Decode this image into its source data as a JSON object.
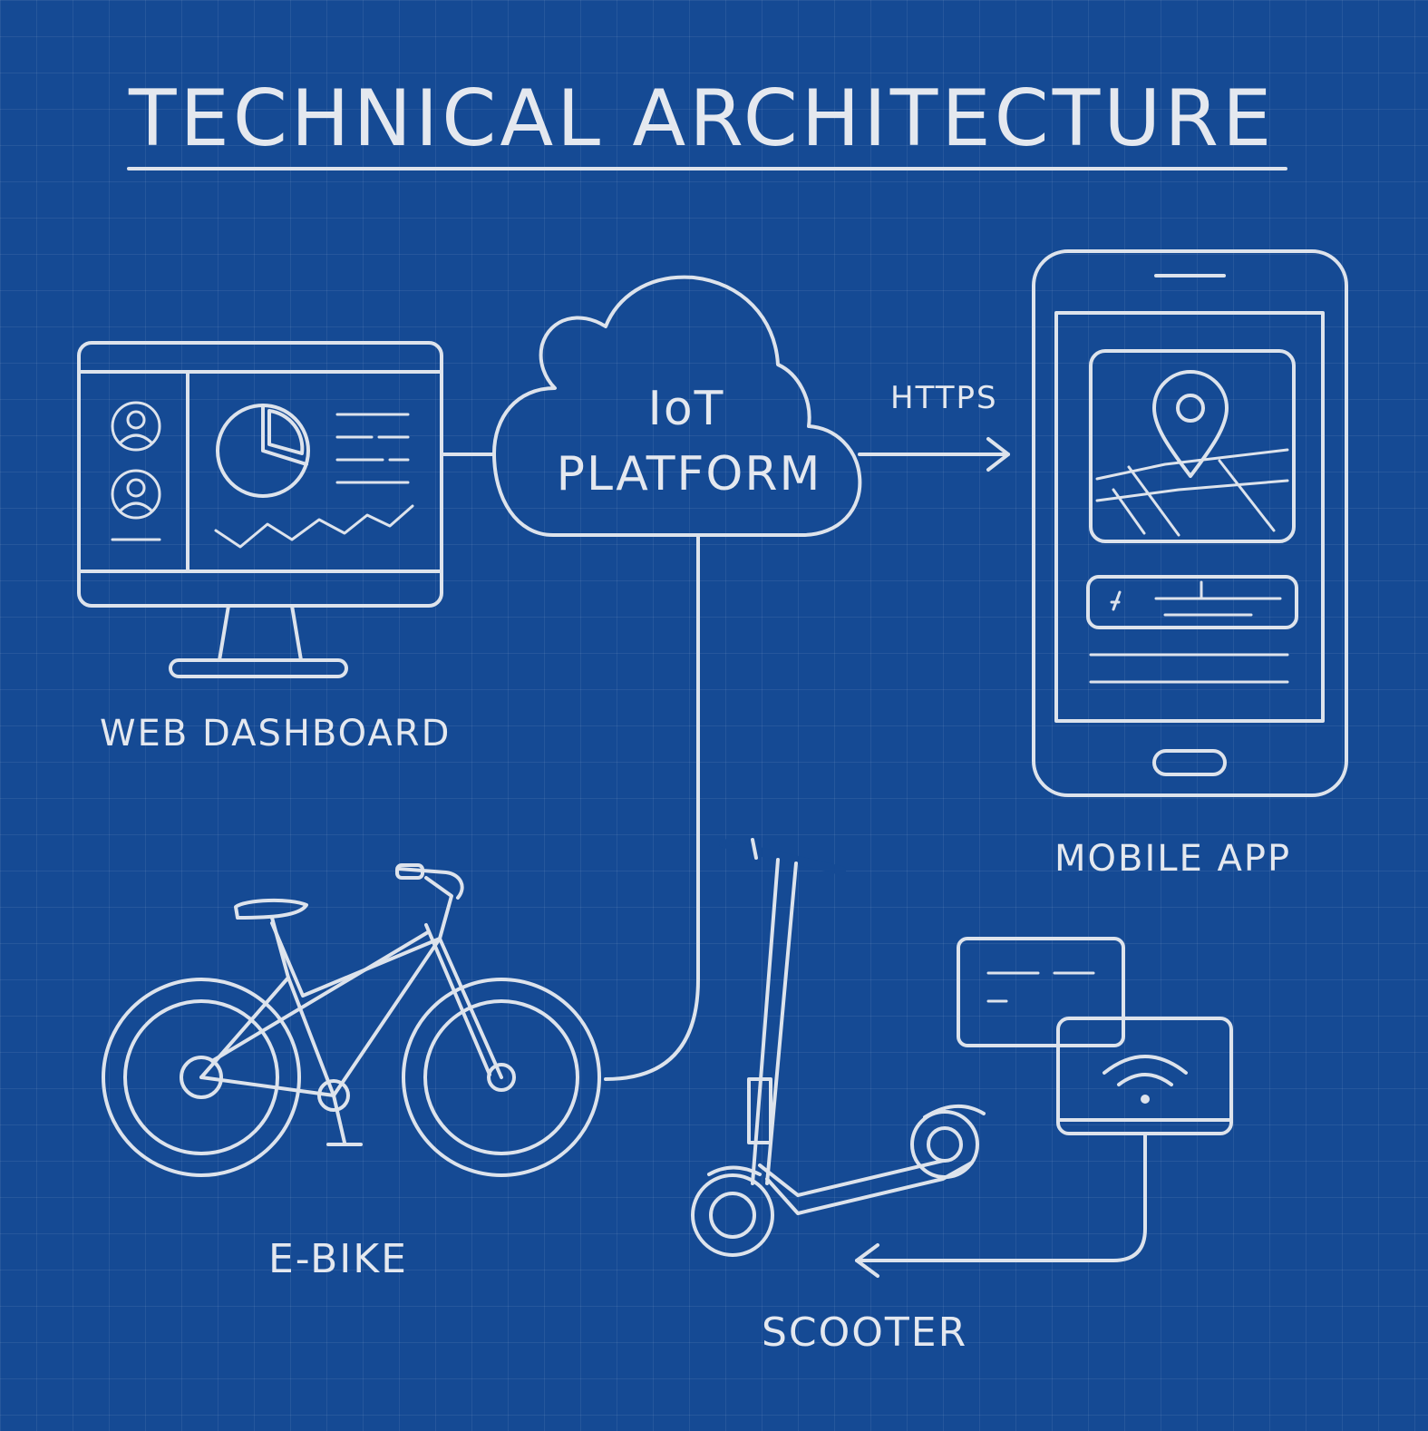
{
  "background_color": "#154a94",
  "line_color": "#dde3ec",
  "title": "TECHNICAL ARCHITECTURE",
  "nodes": {
    "cloud": {
      "line1": "IoT",
      "line2": "PLATFORM",
      "icon": "cloud-icon"
    },
    "web_dashboard": {
      "label": "WEB DASHBOARD",
      "icon": "monitor-icon"
    },
    "mobile_app": {
      "label": "MOBILE APP",
      "icon": "smartphone-icon"
    },
    "e_bike": {
      "label": "E-BIKE",
      "icon": "bicycle-icon"
    },
    "scooter": {
      "label": "SCOOTER",
      "icon": "scooter-icon"
    },
    "iot_module": {
      "icon": "wifi-module-icon"
    }
  },
  "connections": {
    "cloud_to_mobile": {
      "label": "HTTPS"
    }
  }
}
